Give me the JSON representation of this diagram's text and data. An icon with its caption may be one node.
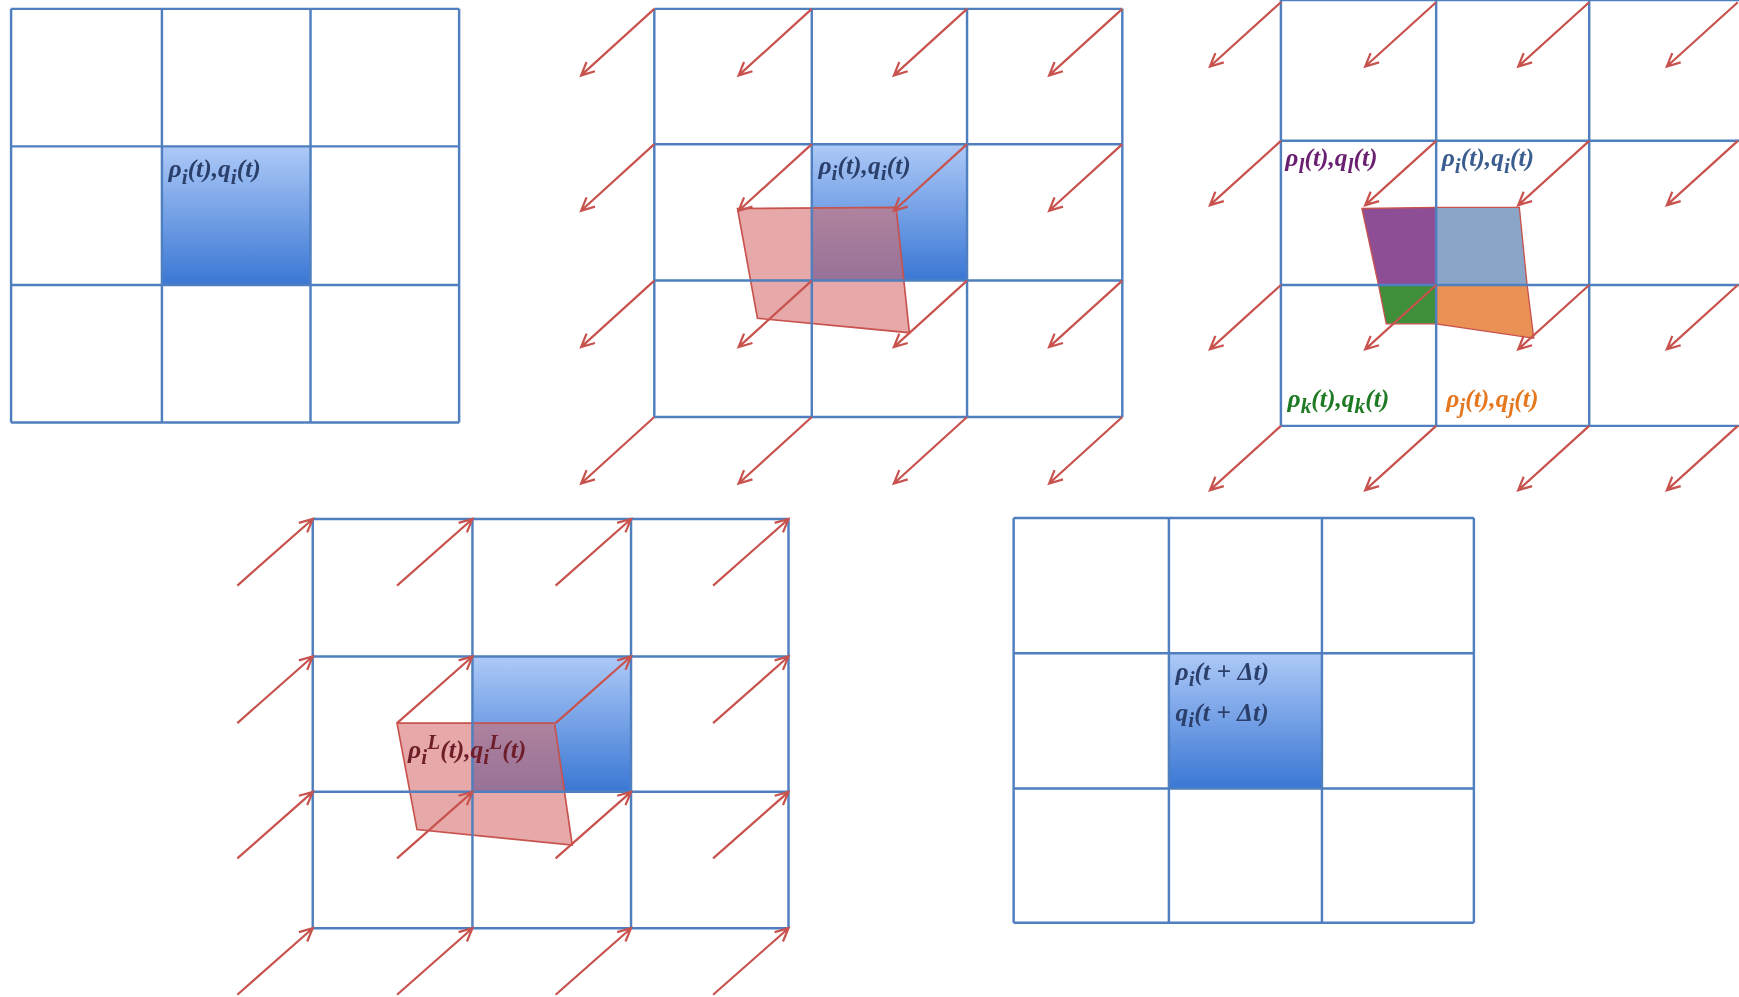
{
  "diagram": {
    "nodes": [
      {
        "text": [
          "ρ$_{i}$(t),q$_{i}$(t)"
        ]
      },
      {
        "text": [
          "ρ$_{i}$(t),q$_{i}$(t)"
        ]
      },
      {
        "text": [
          "ρ$_{i}$$^{L}$(t),q$_{i}$$^{L}$(t)"
        ]
      },
      {
        "text": [
          "ρ$_{i}$(t + Δt)",
          "q$_{i}$(t + Δt)"
        ]
      }
    ],
    "labels": [
      "ρ$_{l}$(t),q$_{l}$(t)",
      "ρ$_{i}$(t),q$_{i}$(t)",
      "ρ$_{k}$(t),q$_{k}$(t)",
      "ρ$_{j}$(t),q$_{j}$(t)"
    ]
  }
}
